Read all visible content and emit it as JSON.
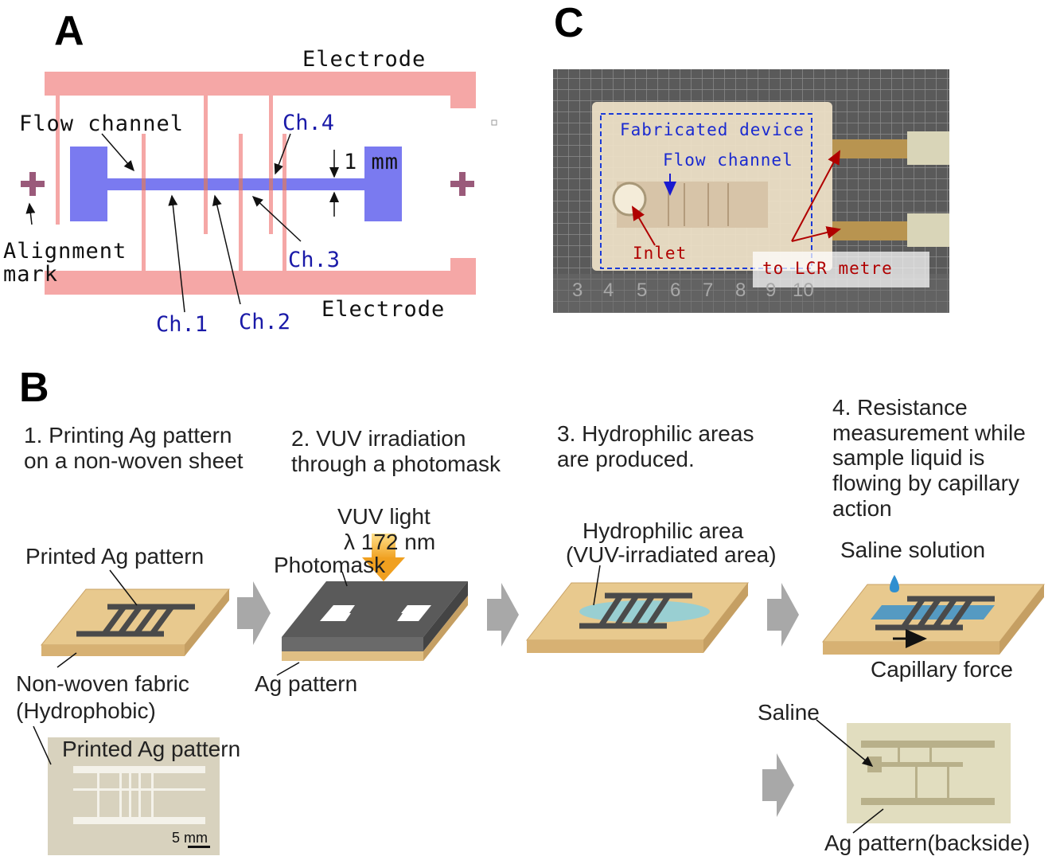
{
  "panelA": {
    "letter": "A",
    "electrode_top": "Electrode",
    "electrode_bottom": "Electrode",
    "flow_channel": "Flow channel",
    "alignment_mark_line1": "Alignment",
    "alignment_mark_line2": "mark",
    "ch1": "Ch.1",
    "ch2": "Ch.2",
    "ch3": "Ch.3",
    "ch4": "Ch.4",
    "dimension": "1 mm"
  },
  "panelB": {
    "letter": "B",
    "steps": [
      {
        "line1": "1. Printing Ag pattern",
        "line2": "on a non-woven sheet"
      },
      {
        "line1": "2. VUV irradiation",
        "line2": "through a photomask"
      },
      {
        "line1": "3. Hydrophilic areas",
        "line2": "are produced."
      },
      {
        "line1": "4. Resistance",
        "line2": "measurement while",
        "line3": "sample liquid is",
        "line4": "flowing by capillary",
        "line5": "action"
      }
    ],
    "printed_ag_pattern": "Printed Ag pattern",
    "nonwoven_line1": "Non-woven fabric",
    "nonwoven_line2": "(Hydrophobic)",
    "photo_label": "Printed Ag pattern",
    "scale_bar": "5 mm",
    "vuv_light": "VUV light",
    "wavelength": "λ 172 nm",
    "photomask": "Photomask",
    "ag_pattern": "Ag pattern",
    "hydrophilic_line1": "Hydrophilic area",
    "hydrophilic_line2": "(VUV-irradiated area)",
    "saline_solution": "Saline solution",
    "capillary_force": "Capillary force",
    "saline": "Saline",
    "ag_backside": "Ag pattern(backside)"
  },
  "panelC": {
    "letter": "C",
    "fabricated_device": "Fabricated device",
    "flow_channel": "Flow channel",
    "inlet": "Inlet",
    "lcr": "to LCR metre",
    "ruler": [
      "3",
      "4",
      "5",
      "6",
      "7",
      "8",
      "9",
      "10"
    ]
  },
  "colors": {
    "electrode": "#f5a7a6",
    "channel": "#7a7af0",
    "alignment_mark": "#9a5a7a",
    "fabric": "#e8c98e",
    "photomask": "#555555",
    "arrow_gray": "#a8a8a8"
  }
}
